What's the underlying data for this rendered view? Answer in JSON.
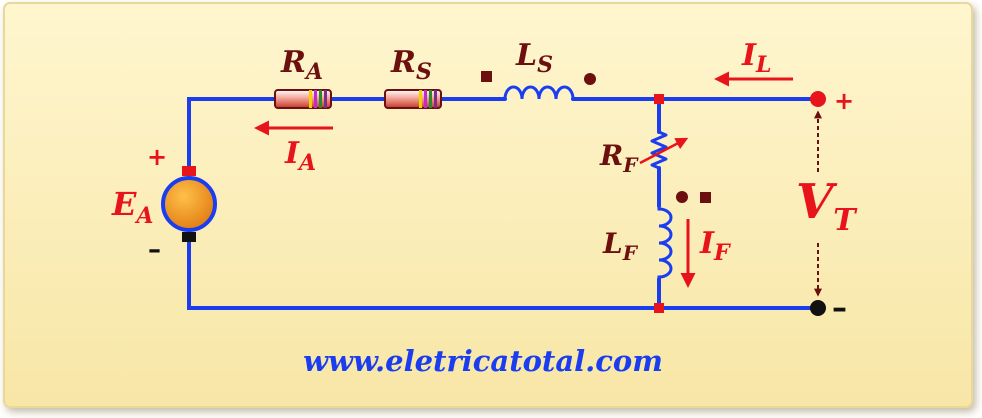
{
  "labels": {
    "ra_main": "R",
    "ra_sub": "A",
    "rs_main": "R",
    "rs_sub": "S",
    "ls_main": "L",
    "ls_sub": "S",
    "il_main": "I",
    "il_sub": "L",
    "ia_main": "I",
    "ia_sub": "A",
    "ea_main": "E",
    "ea_sub": "A",
    "rf_main": "R",
    "rf_sub": "F",
    "lf_main": "L",
    "lf_sub": "F",
    "if_main": "I",
    "if_sub": "F",
    "vt_main": "V",
    "vt_sub": "T",
    "plus": "+",
    "minus": "–"
  },
  "footer": {
    "url": "www.eletricatotal.com"
  },
  "colors": {
    "wire": "#1a3df0",
    "current_arrow": "#e8141c",
    "label": "#6b0f0f",
    "voltage_label": "#e8141c",
    "background": "#fff4c8",
    "url": "#1a3df0",
    "source_fill": "#f0901a"
  },
  "icons": [
    "resistor-icon",
    "inductor-icon",
    "variable-resistor-icon",
    "dc-source-icon",
    "terminal-icon",
    "polarity-dot-icon"
  ]
}
